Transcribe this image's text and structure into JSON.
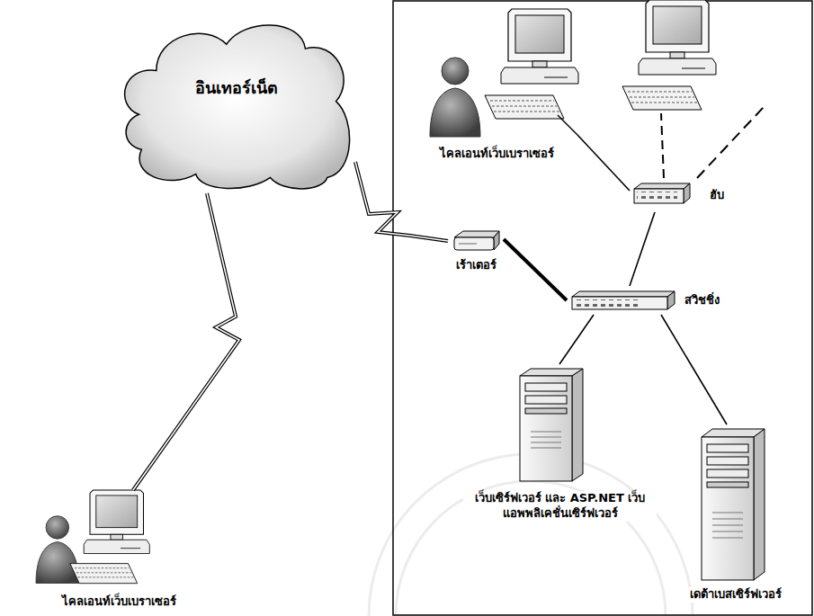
{
  "diagram": {
    "nodes": [
      {
        "text": [
          "อินเทอร์เน็ต"
        ]
      },
      {
        "text": [
          "ไคลเอนท์เว็บเบราเซอร์"
        ]
      },
      {
        "text": [
          "ฮับ"
        ]
      },
      {
        "text": [
          "เร้าเตอร์"
        ]
      },
      {
        "text": [
          "สวิชชิ่ง"
        ]
      },
      {
        "text": [
          "เว็บเซิร์ฟเวอร์ และ ASP.NET เว็บแอพพลิเคชั่นเซิร์ฟเวอร์"
        ]
      },
      {
        "text": [
          "เดต้าเบสเซิร์ฟเวอร์"
        ]
      },
      {
        "text": [
          "ไคลเอนท์เว็บเบราเซอร์"
        ]
      }
    ],
    "edges": [
      {
        "from": 0,
        "to": 3,
        "arrow": "none"
      },
      {
        "from": 0,
        "to": 7,
        "arrow": "none"
      },
      {
        "from": 1,
        "to": 2,
        "arrow": "none"
      },
      {
        "from": 3,
        "to": 4,
        "arrow": "none"
      },
      {
        "from": 4,
        "to": 2,
        "arrow": "none"
      },
      {
        "from": 4,
        "to": 5,
        "arrow": "none"
      },
      {
        "from": 4,
        "to": 6,
        "arrow": "none"
      }
    ]
  }
}
